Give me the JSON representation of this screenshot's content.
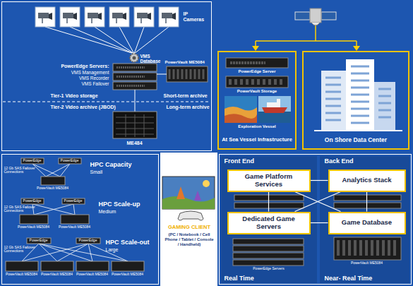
{
  "diagram": {
    "nodes": [
      {
        "text": [
          "IP Cameras",
          "VMS Database",
          "PowerEdge Servers:",
          "VMS Management",
          "VMS Recorder",
          "VMS Failover",
          "PowerVault ME5084",
          "Tier-1 Video storage",
          "Short-term archive",
          "Tier-2 Video archive (JBOD)",
          "Long-term archive",
          "ME484"
        ]
      },
      {
        "text": [
          "PowerEdge Server",
          "PowerVault Storage",
          "Exploration Vessel",
          "At Sea Vessel Infrastructure"
        ]
      },
      {
        "text": [
          "On Shore Data Center"
        ]
      },
      {
        "text": [
          "PowerEdge",
          "PowerEdge",
          "12 Gb SAS Failover Connections",
          "PowerVault ME5084",
          "HPC Capacity",
          "Small",
          "PowerEdge",
          "PowerEdge",
          "12 Gb SAS Failover Connections",
          "PowerVault ME5084",
          "PowerVault ME5084",
          "HPC Scale-up",
          "Medium",
          "PowerEdge",
          "PowerEdge",
          "12 Gb SAS Failover Connections",
          "PowerVault ME5084",
          "PowerVault ME5084",
          "PowerVault ME5084",
          "PowerVault ME5084",
          "HPC Scale-out",
          "Large"
        ]
      },
      {
        "text": [
          "Front End",
          "Back End",
          "PowerEdge Servers",
          "PowerVault ME5084",
          "Real Time",
          "Near- Real Time"
        ]
      },
      {
        "text": [
          "Game Platform Services"
        ],
        "in": 4
      },
      {
        "text": [
          "Analytics Stack"
        ],
        "in": 4
      },
      {
        "text": [
          "Dedicated Game Servers"
        ],
        "in": 4
      },
      {
        "text": [
          "Game Database"
        ],
        "in": 4
      }
    ],
    "edges": [
      {
        "from": 5,
        "to": 6,
        "arrow": "none"
      },
      {
        "from": 5,
        "to": 8,
        "arrow": "none"
      },
      {
        "from": 7,
        "to": 6,
        "arrow": "none"
      },
      {
        "from": 7,
        "to": 8,
        "arrow": "none"
      },
      {
        "from": 5,
        "to": 7,
        "arrow": "none"
      },
      {
        "from": 6,
        "to": 8,
        "arrow": "none"
      }
    ],
    "labels": [
      "GAMING CLIENT",
      "(PC / Notebook / Cell Phone / Tablet / Console / Handheld)"
    ]
  }
}
